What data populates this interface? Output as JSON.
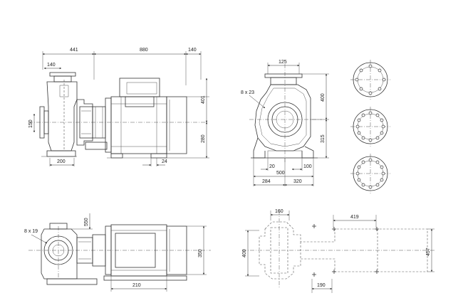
{
  "side_view": {
    "dim_441": "441",
    "dim_880": "880",
    "dim_140_top": "140",
    "dim_140_left": "140",
    "dim_401": "401",
    "dim_280": "280",
    "dim_150": "150",
    "dim_200": "200",
    "dim_24": "24"
  },
  "front_view": {
    "dim_125": "125",
    "dim_8x23": "8 x 23",
    "dim_400": "400",
    "dim_315": "315",
    "dim_20": "20",
    "dim_100": "100",
    "dim_500": "500",
    "dim_284": "284",
    "dim_320": "320"
  },
  "top_view": {
    "dim_8x19": "8 x 19",
    "dim_550": "550",
    "dim_350": "350",
    "dim_210": "210"
  },
  "base_view": {
    "dim_160": "160",
    "dim_419": "419",
    "dim_400": "400",
    "dim_457": "457",
    "dim_190": "190"
  }
}
